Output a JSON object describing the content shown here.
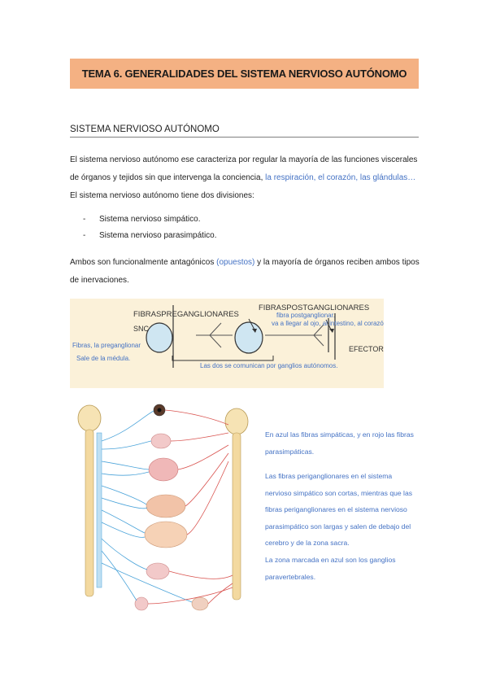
{
  "header": {
    "title": "TEMA 6. GENERALIDADES DEL SISTEMA NERVIOSO AUTÓNOMO"
  },
  "section": {
    "heading": "SISTEMA NERVIOSO AUTÓNOMO"
  },
  "intro": {
    "part1": "El sistema nervioso autónomo ese caracteriza por regular la mayoría de las funciones viscerales de órganos y tejidos sin que intervenga la conciencia, ",
    "highlight": "la respiración, el corazón, las glándulas…",
    "part2": " El sistema nervioso autónomo tiene dos divisiones:"
  },
  "divisions": [
    {
      "dash": "-",
      "label": "Sistema nervioso simpático."
    },
    {
      "dash": "-",
      "label": "Sistema nervioso parasimpático."
    }
  ],
  "antagonism": {
    "part1": "Ambos son funcionalmente antagónicos ",
    "highlight": "(opuestos)",
    "part2": " y la mayoría de órganos reciben ambos tipos de inervaciones."
  },
  "diagram": {
    "pre_label": "FIBRASPREGANGLIONARES",
    "post_label": "FIBRASPOSTGANGLIONARES",
    "snc_label": "SNC",
    "effector_label": "EFECTOR",
    "note_pre_1": "Fibras, la preganglionar",
    "note_pre_2": "Sale de la médula.",
    "note_post_1": "fibra postganglionar.",
    "note_post_2": "va a llegar al ojo, al intestino, al corazón...",
    "note_bottom": "Las dos se comunican por ganglios autónomos."
  },
  "side_notes": {
    "note1": "En azul las fibras simpáticas, y en rojo las fibras parasimpáticas.",
    "note2": "Las fibras periganglionares en el sistema nervioso simpático son cortas, mientras que las fibras periganglionares en el sistema nervioso parasimpático son largas y salen de debajo del cerebro y de la zona sacra.",
    "note3": "La zona marcada en azul son los ganglios paravertebrales."
  },
  "colors": {
    "title_bg": "#f4b183",
    "accent_blue": "#4472c4",
    "diagram_bg": "#fbf1d9",
    "ganglion_fill": "#cfe6f2",
    "sympathetic": "#4aa3d9",
    "parasympathetic": "#d9534f"
  }
}
